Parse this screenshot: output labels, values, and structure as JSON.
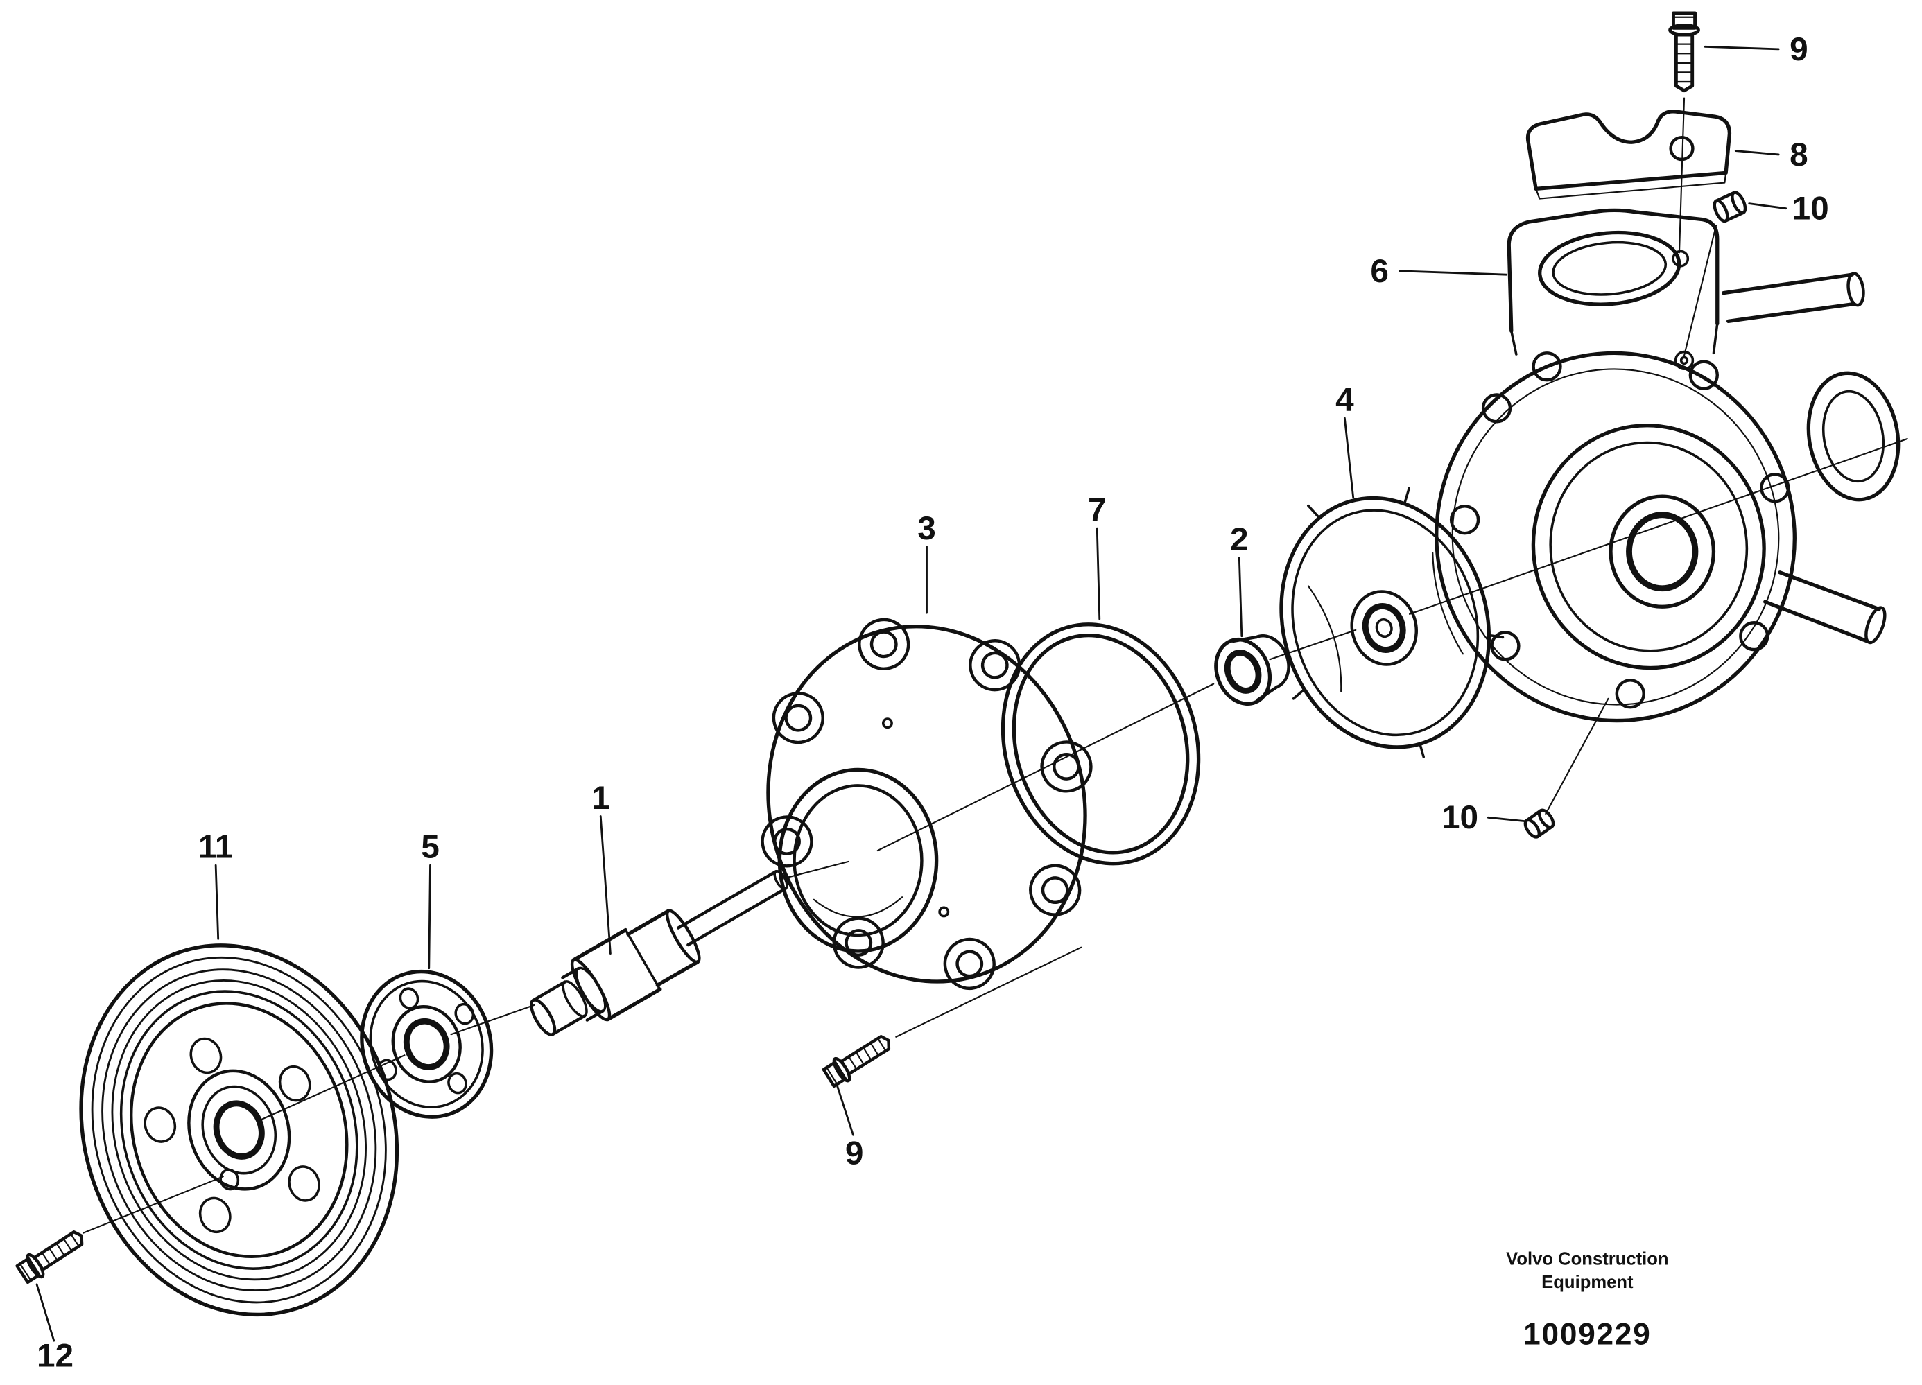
{
  "callouts": {
    "shaft": "1",
    "seal": "2",
    "cover": "3",
    "impeller": "4",
    "hub_flange": "5",
    "housing": "6",
    "o_ring": "7",
    "bracket": "8",
    "housing_bolt": "9",
    "cover_bolt": "9",
    "plug_top": "10",
    "plug_bottom": "10",
    "pulley": "11",
    "pulley_bolt": "12"
  },
  "footer": {
    "brand_line1": "Volvo Construction",
    "brand_line2": "Equipment",
    "figure_number": "1009229"
  }
}
